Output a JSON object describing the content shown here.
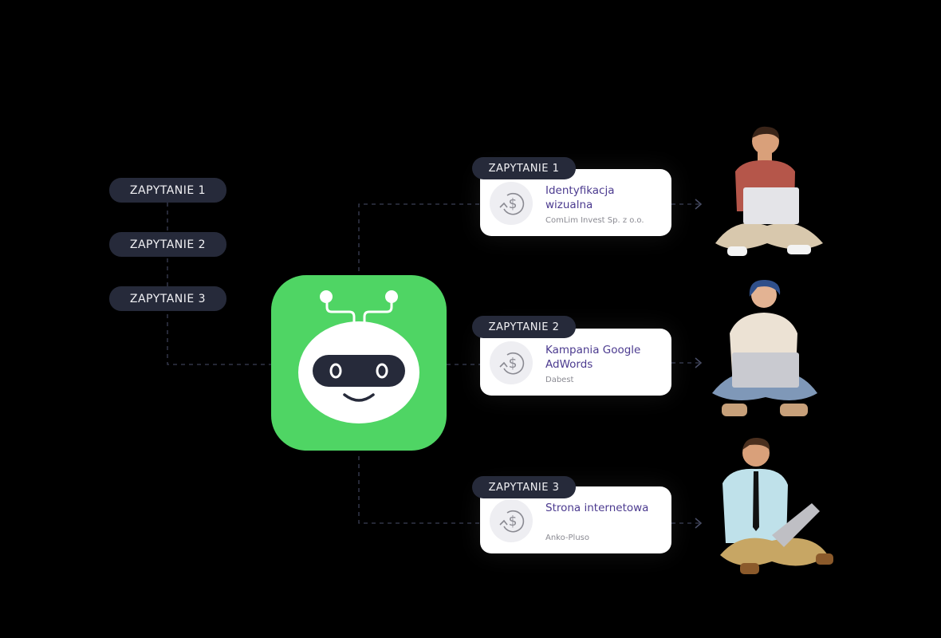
{
  "left_queries": [
    "ZAPYTANIE 1",
    "ZAPYTANIE 2",
    "ZAPYTANIE 3"
  ],
  "results": [
    {
      "tag": "ZAPYTANIE 1",
      "title": "Identyfikacja wizualna",
      "company": "ComLim Invest Sp. z o.o.",
      "icon": "dollar-refresh-icon"
    },
    {
      "tag": "ZAPYTANIE 2",
      "title": "Kampania Google AdWords",
      "company": "Dabest",
      "icon": "dollar-refresh-icon"
    },
    {
      "tag": "ZAPYTANIE 3",
      "title": "Strona internetowa",
      "company": "Anko-Pluso",
      "icon": "dollar-refresh-icon"
    }
  ],
  "colors": {
    "robot_bg": "#4fd564",
    "pill_bg": "#262a3a",
    "title": "#4b3a8f"
  }
}
